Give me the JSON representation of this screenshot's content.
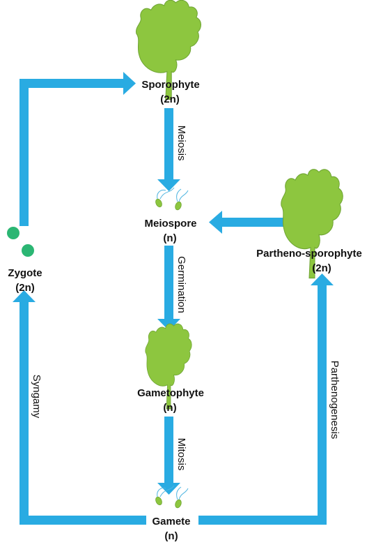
{
  "nodes": {
    "sporophyte": {
      "name": "Sporophyte",
      "ploidy": "(2n)"
    },
    "meiospore": {
      "name": "Meiospore",
      "ploidy": "(n)"
    },
    "gametophyte": {
      "name": "Gametophyte",
      "ploidy": "(n)"
    },
    "gamete": {
      "name": "Gamete",
      "ploidy": "(n)"
    },
    "zygote": {
      "name": "Zygote",
      "ploidy": "(2n)"
    },
    "partheno_sporophyte": {
      "name": "Partheno-sporophyte",
      "ploidy": "(2n)"
    }
  },
  "processes": {
    "meiosis": "Meiosis",
    "germination": "Germination",
    "mitosis": "Mitosis",
    "syngamy": "Syngamy",
    "parthenogenesis": "Parthenogenesis"
  },
  "colors": {
    "arrow": "#29abe2",
    "thallus": "#8dc63f",
    "thallus_dark": "#6fa534",
    "zygote_dot": "#2bb673",
    "flagella": "#4fb5e0"
  }
}
